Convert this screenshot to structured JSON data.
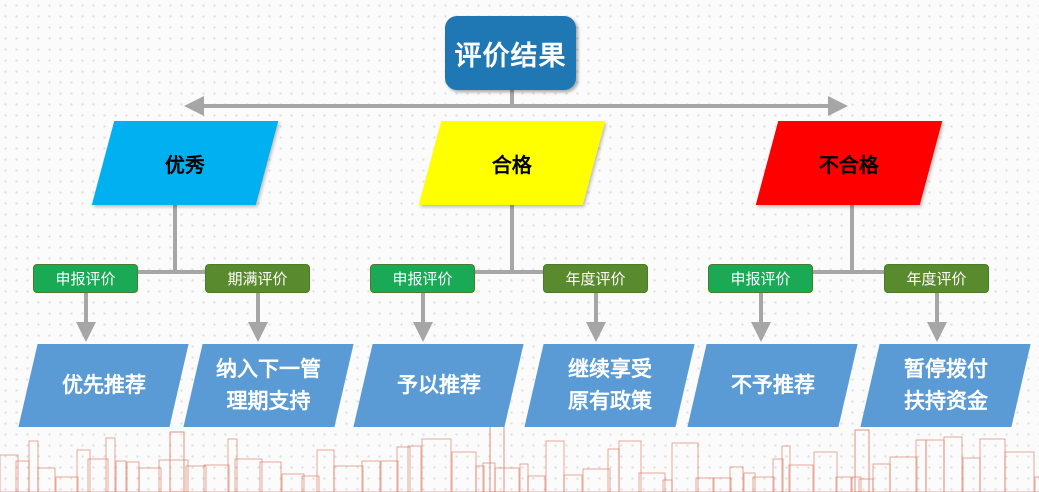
{
  "root": {
    "label": "评价结果"
  },
  "colors": {
    "root": "#1f77b4",
    "excellent": "#00b0f0",
    "pass": "#ffff00",
    "fail": "#ff0000",
    "tag_green": "#1aaa55",
    "tag_olive": "#5a8a2e",
    "result": "#5b9bd5",
    "connector": "#a6a6a6",
    "skyline": "#d8694f"
  },
  "categories": [
    {
      "label": "优秀",
      "color": "#00b0f0",
      "branches": [
        {
          "tag": "申报评价",
          "tag_style": "green",
          "result": "优先推荐"
        },
        {
          "tag": "期满评价",
          "tag_style": "olive",
          "result": "纳入下一管\n理期支持"
        }
      ]
    },
    {
      "label": "合格",
      "color": "#ffff00",
      "branches": [
        {
          "tag": "申报评价",
          "tag_style": "green",
          "result": "予以推荐"
        },
        {
          "tag": "年度评价",
          "tag_style": "olive",
          "result": "继续享受\n原有政策"
        }
      ]
    },
    {
      "label": "不合格",
      "color": "#ff0000",
      "branches": [
        {
          "tag": "申报评价",
          "tag_style": "green",
          "result": "不予推荐"
        },
        {
          "tag": "年度评价",
          "tag_style": "olive",
          "result": "暂停拨付\n扶持资金"
        }
      ]
    }
  ]
}
